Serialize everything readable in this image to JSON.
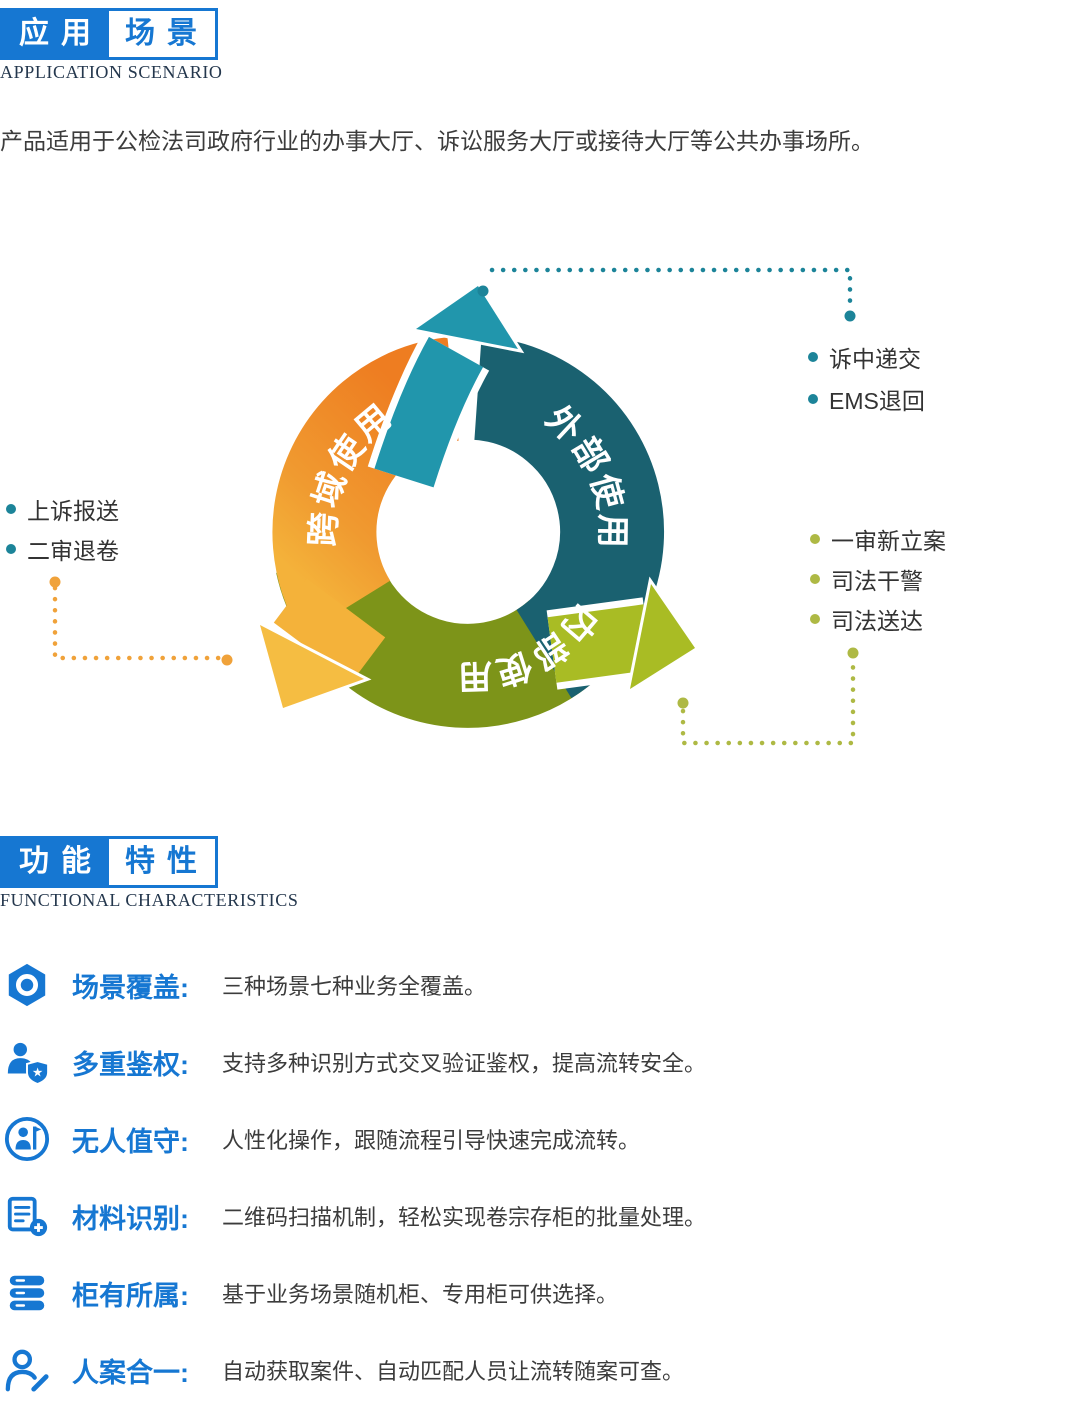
{
  "scenario": {
    "title_left": "应用",
    "title_right": "场景",
    "subtitle": "APPLICATION SCENARIO",
    "description": "产品适用于公检法司政府行业的办事大厅、诉讼服务大厅或接待大厅等公共办事场所。"
  },
  "diagram": {
    "arcs": {
      "external": "外部使用",
      "cross_domain": "跨域使用",
      "internal": "内部使用"
    },
    "labels": {
      "teal": [
        "诉中递交",
        "EMS退回"
      ],
      "left": [
        "上诉报送",
        "二审退卷"
      ],
      "olive": [
        "一审新立案",
        "司法干警",
        "司法送达"
      ]
    }
  },
  "features_section": {
    "title_left": "功能",
    "title_right": "特性",
    "subtitle": "FUNCTIONAL CHARACTERISTICS",
    "items": [
      {
        "icon": "hexagon-scene-icon",
        "title": "场景覆盖:",
        "desc": "三种场景七种业务全覆盖。"
      },
      {
        "icon": "shield-auth-icon",
        "title": "多重鉴权:",
        "desc": "支持多种识别方式交叉验证鉴权，提高流转安全。"
      },
      {
        "icon": "unattended-icon",
        "title": "无人值守:",
        "desc": "人性化操作，跟随流程引导快速完成流转。"
      },
      {
        "icon": "material-scan-icon",
        "title": "材料识别:",
        "desc": "二维码扫描机制，轻松实现卷宗存柜的批量处理。"
      },
      {
        "icon": "cabinet-icon",
        "title": "柜有所属:",
        "desc": "基于业务场景随机柜、专用柜可供选择。"
      },
      {
        "icon": "person-case-icon",
        "title": "人案合一:",
        "desc": "自动获取案件、自动匹配人员让流转随案可查。"
      }
    ]
  },
  "colors": {
    "brand_blue": "#1677d2",
    "teal_dark": "#1a6170",
    "teal_light": "#2196ac",
    "orange": "#ee7d21",
    "yellow": "#f4b23a",
    "olive": "#7d9419",
    "olive_light": "#a9bc24"
  }
}
